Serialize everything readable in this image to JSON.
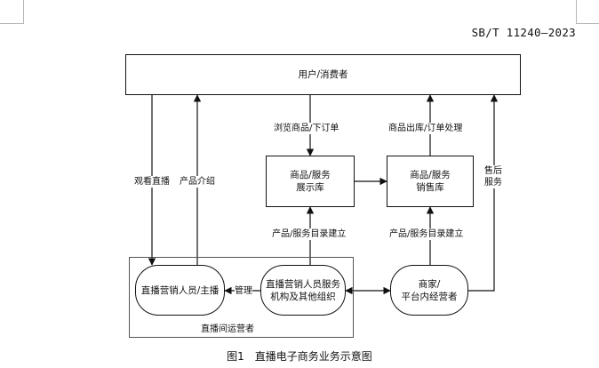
{
  "header": {
    "doc_code": "SB/T 11240—2023"
  },
  "nodes": {
    "users": {
      "label": "用户/消费者"
    },
    "display": {
      "line1": "商品/服务",
      "line2": "展示库"
    },
    "sales": {
      "line1": "商品/服务",
      "line2": "销售库"
    },
    "host": {
      "label": "直播营销人员/主播"
    },
    "agency": {
      "line1": "直播营销人员服务",
      "line2": "机构及其他组织"
    },
    "merchant": {
      "line1": "商家/",
      "line2": "平台内经营者"
    }
  },
  "group": {
    "label": "直播间运营者"
  },
  "edges": {
    "browse_order": "浏览商品/下订单",
    "ship_process": "商品出库/订单处理",
    "watch_live": "观看直播",
    "product_intro": "产品介绍",
    "after_sales_1": "售后",
    "after_sales_2": "服务",
    "catalog_left": "产品/服务目录建立",
    "catalog_right": "产品/服务目录建立",
    "manage": "管理"
  },
  "caption": "图1　直播电子商务业务示意图"
}
